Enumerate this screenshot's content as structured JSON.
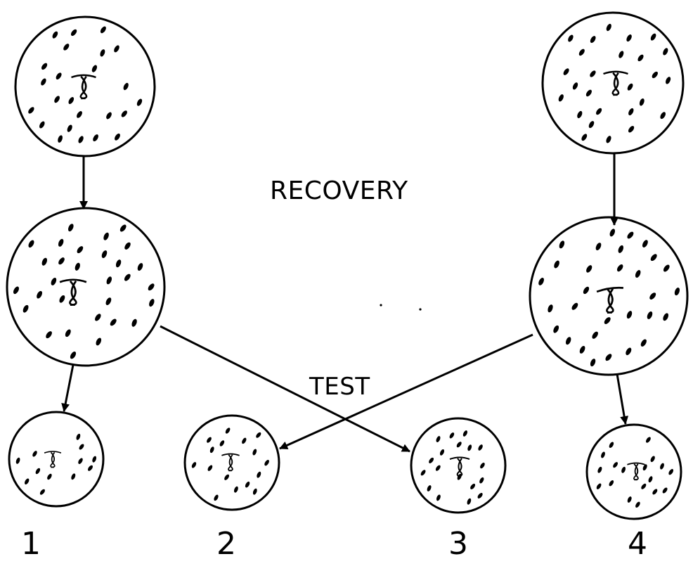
{
  "labels": {
    "center_label": "RECOVERY",
    "cross_label": "TEST",
    "result_1": "1",
    "result_2": "2",
    "result_3": "3",
    "result_4": "4"
  },
  "colors": {
    "ink": "#000000",
    "background": "#ffffff"
  }
}
